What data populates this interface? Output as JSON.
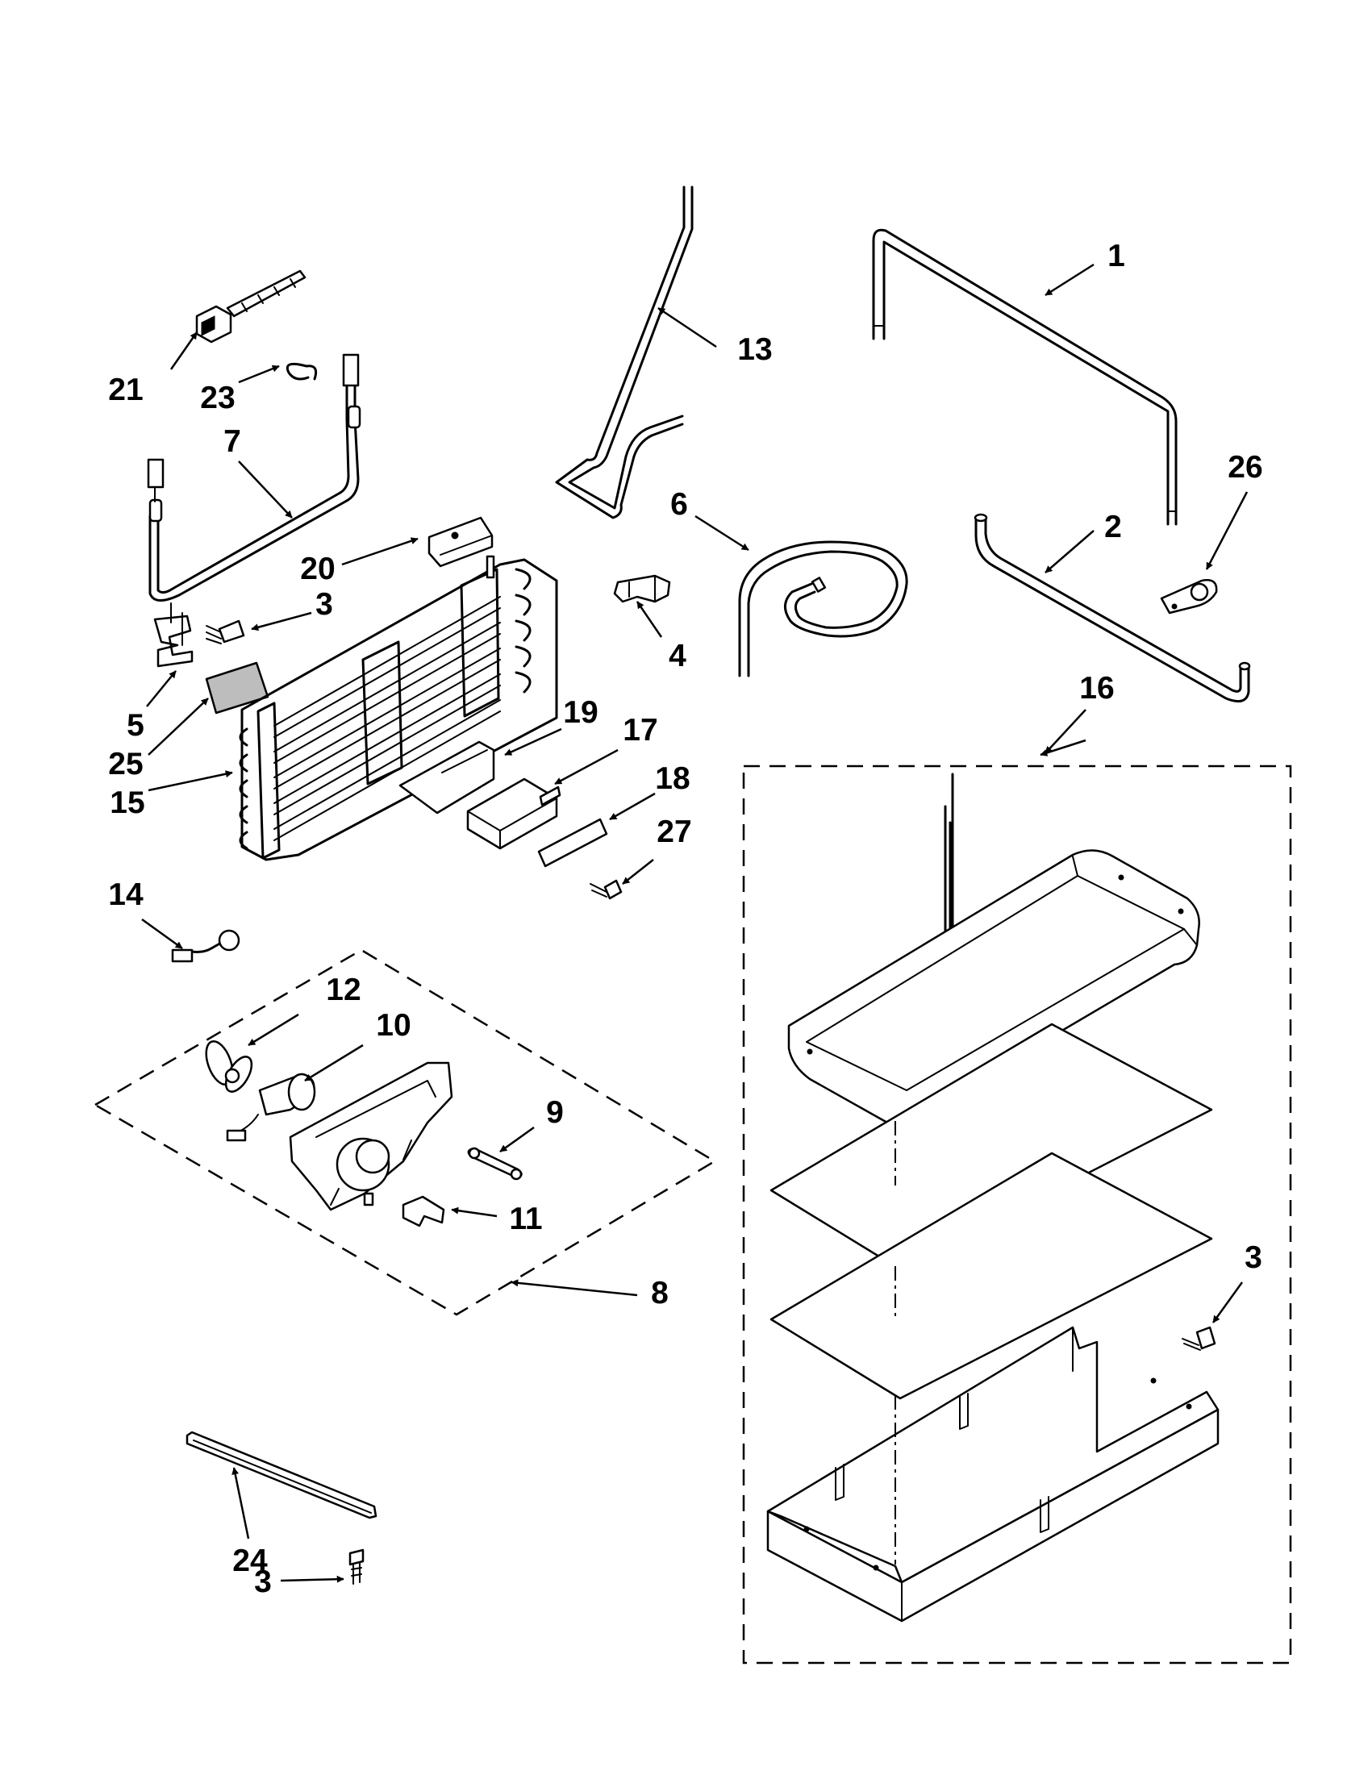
{
  "callouts": {
    "c1": "1",
    "c2": "2",
    "c3a": "3",
    "c3b": "3",
    "c3c": "3",
    "c4": "4",
    "c5": "5",
    "c6": "6",
    "c7": "7",
    "c8": "8",
    "c9": "9",
    "c10": "10",
    "c11": "11",
    "c12": "12",
    "c13": "13",
    "c14": "14",
    "c15": "15",
    "c16": "16",
    "c17": "17",
    "c18": "18",
    "c19": "19",
    "c20": "20",
    "c21": "21",
    "c23": "23",
    "c24": "24",
    "c25": "25",
    "c26": "26",
    "c27": "27"
  }
}
